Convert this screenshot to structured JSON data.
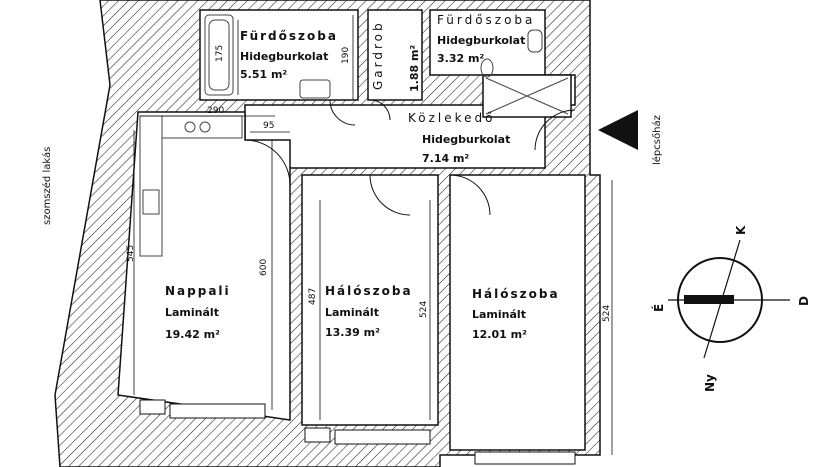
{
  "rooms": {
    "furdo_big": {
      "name": "Fürdőszoba",
      "floor": "Hidegburkolat",
      "area": "5.51 m²"
    },
    "gardrob": {
      "name": "Gardrob",
      "area": "1.88 m²"
    },
    "furdo_small": {
      "name": "Fürdőszoba",
      "floor": "Hidegburkolat",
      "area": "3.32 m²"
    },
    "kozlekedo": {
      "name": "Közlekedő",
      "floor": "Hidegburkolat",
      "area": "7.14 m²"
    },
    "nappali": {
      "name": "Nappali",
      "floor": "Laminált",
      "area": "19.42 m²"
    },
    "haloszoba_1": {
      "name": "Hálószoba",
      "floor": "Laminált",
      "area": "13.39 m²"
    },
    "haloszoba_2": {
      "name": "Hálószoba",
      "floor": "Laminált",
      "area": "12.01 m²"
    }
  },
  "dimensions": {
    "d175": "175",
    "d190": "190",
    "d290": "290",
    "d95": "95",
    "d545": "545",
    "d600": "600",
    "d487": "487",
    "d524_inner": "524",
    "d524_outer": "524"
  },
  "labels": {
    "neighbor": "szomszéd lakás",
    "stairwell": "lépcsőház"
  },
  "compass": {
    "north": "É",
    "east": "K",
    "south": "D",
    "west": "Ny"
  }
}
